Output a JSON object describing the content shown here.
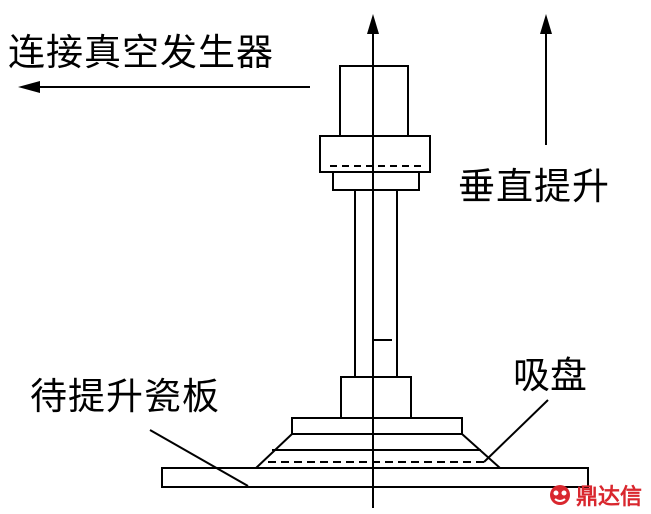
{
  "labels": {
    "vacuum_generator": "连接真空发生器",
    "vertical_lift": "垂直提升",
    "suction_cup": "吸盘",
    "plate_to_lift": "待提升瓷板"
  },
  "watermark": {
    "text": "鼎达信",
    "color": "#d9272e"
  }
}
